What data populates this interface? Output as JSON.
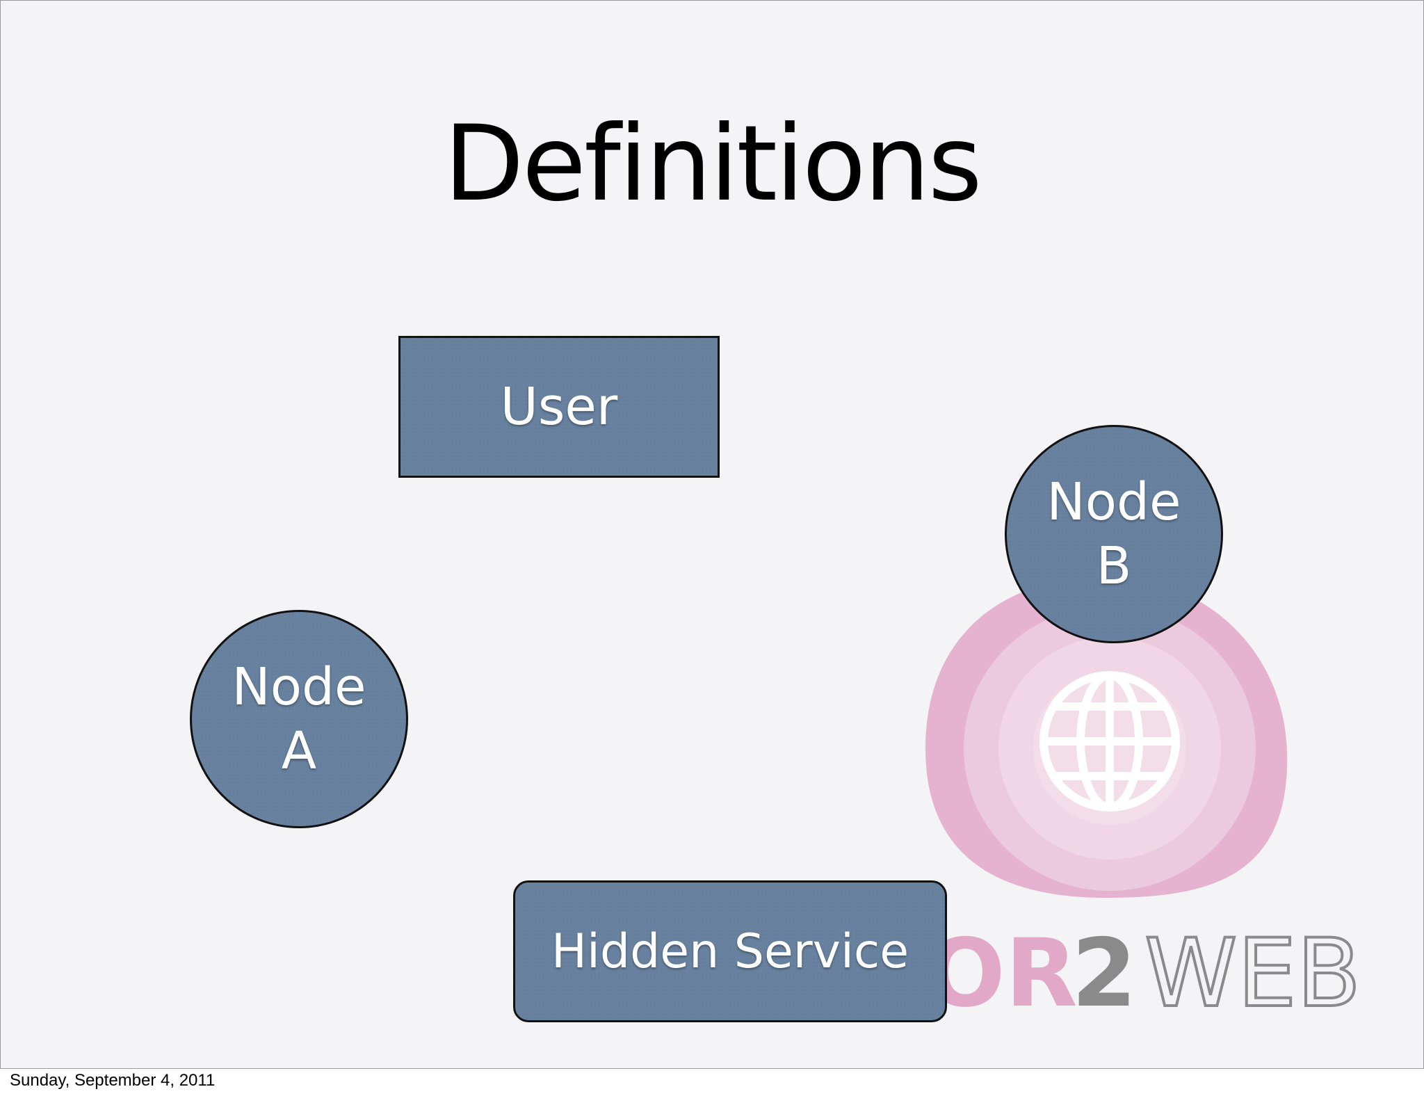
{
  "slide": {
    "title": "Definitions",
    "footer_date": "Sunday, September 4, 2011"
  },
  "nodes": {
    "user": "User",
    "node_a_line1": "Node",
    "node_a_line2": "A",
    "node_b_line1": "Node",
    "node_b_line2": "B",
    "hidden_service": "Hidden Service"
  },
  "logo": {
    "text_partial": "OR",
    "text_number": "2",
    "text_web": "WEB",
    "icon": "globe-icon"
  },
  "colors": {
    "node_fill": "#66809e",
    "node_border": "#111111",
    "logo_pink": "#e2a8c8",
    "logo_gray": "#8a8a8a"
  }
}
